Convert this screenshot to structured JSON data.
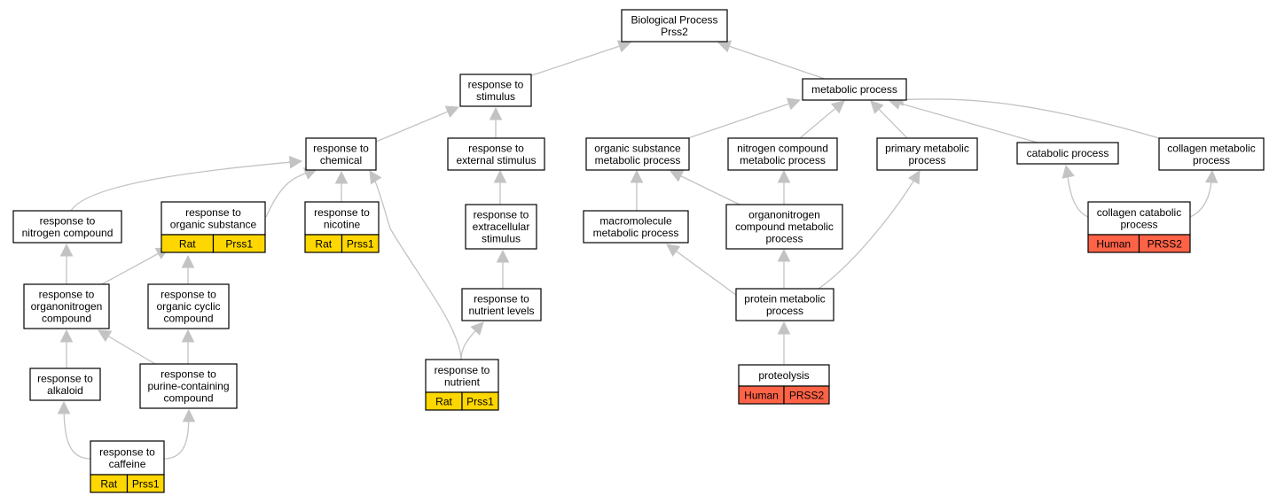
{
  "colors": {
    "rat": "#ffd700",
    "human": "#ff6347",
    "edge": "#c3c3c3",
    "node_fill": "#ffffff",
    "node_border": "#000000"
  },
  "nodes": {
    "root": {
      "lines": [
        "Biological Process",
        "Prss2"
      ]
    },
    "response_to_stimulus": {
      "lines": [
        "response to",
        "stimulus"
      ]
    },
    "metabolic_process": {
      "lines": [
        "metabolic process"
      ]
    },
    "response_to_chemical": {
      "lines": [
        "response to",
        "chemical"
      ]
    },
    "response_to_external_stimulus": {
      "lines": [
        "response to",
        "external stimulus"
      ]
    },
    "organic_substance_metabolic_process": {
      "lines": [
        "organic substance",
        "metabolic process"
      ]
    },
    "nitrogen_compound_metabolic_process": {
      "lines": [
        "nitrogen compound",
        "metabolic process"
      ]
    },
    "primary_metabolic_process": {
      "lines": [
        "primary metabolic",
        "process"
      ]
    },
    "catabolic_process": {
      "lines": [
        "catabolic process"
      ]
    },
    "collagen_metabolic_process": {
      "lines": [
        "collagen metabolic",
        "process"
      ]
    },
    "response_to_nitrogen_compound": {
      "lines": [
        "response to",
        "nitrogen compound"
      ]
    },
    "response_to_organic_substance": {
      "lines": [
        "response to",
        "organic substance"
      ],
      "tag": {
        "species": "Rat",
        "gene": "Prss1"
      }
    },
    "response_to_nicotine": {
      "lines": [
        "response to",
        "nicotine"
      ],
      "tag": {
        "species": "Rat",
        "gene": "Prss1"
      }
    },
    "response_to_extracellular_stimulus": {
      "lines": [
        "response to",
        "extracellular",
        "stimulus"
      ]
    },
    "macromolecule_metabolic_process": {
      "lines": [
        "macromolecule",
        "metabolic process"
      ]
    },
    "organonitrogen_compound_metabolic_process": {
      "lines": [
        "organonitrogen",
        "compound metabolic",
        "process"
      ]
    },
    "collagen_catabolic_process": {
      "lines": [
        "collagen catabolic",
        "process"
      ],
      "tag": {
        "species": "Human",
        "gene": "PRSS2"
      }
    },
    "response_to_organonitrogen_compound": {
      "lines": [
        "response to",
        "organonitrogen",
        "compound"
      ]
    },
    "response_to_organic_cyclic_compound": {
      "lines": [
        "response to",
        "organic cyclic",
        "compound"
      ]
    },
    "response_to_nutrient_levels": {
      "lines": [
        "response to",
        "nutrient levels"
      ]
    },
    "protein_metabolic_process": {
      "lines": [
        "protein metabolic",
        "process"
      ]
    },
    "response_to_alkaloid": {
      "lines": [
        "response to",
        "alkaloid"
      ]
    },
    "response_to_purine_containing_compound": {
      "lines": [
        "response to",
        "purine-containing",
        "compound"
      ]
    },
    "response_to_nutrient": {
      "lines": [
        "response to",
        "nutrient"
      ],
      "tag": {
        "species": "Rat",
        "gene": "Prss1"
      }
    },
    "proteolysis": {
      "lines": [
        "proteolysis"
      ],
      "tag": {
        "species": "Human",
        "gene": "PRSS2"
      }
    },
    "response_to_caffeine": {
      "lines": [
        "response to",
        "caffeine"
      ],
      "tag": {
        "species": "Rat",
        "gene": "Prss1"
      }
    }
  },
  "edges": [
    {
      "from": "response_to_stimulus",
      "to": "root"
    },
    {
      "from": "metabolic_process",
      "to": "root"
    },
    {
      "from": "response_to_chemical",
      "to": "response_to_stimulus"
    },
    {
      "from": "response_to_external_stimulus",
      "to": "response_to_stimulus"
    },
    {
      "from": "organic_substance_metabolic_process",
      "to": "metabolic_process"
    },
    {
      "from": "nitrogen_compound_metabolic_process",
      "to": "metabolic_process"
    },
    {
      "from": "primary_metabolic_process",
      "to": "metabolic_process"
    },
    {
      "from": "catabolic_process",
      "to": "metabolic_process"
    },
    {
      "from": "collagen_metabolic_process",
      "to": "metabolic_process"
    },
    {
      "from": "response_to_nitrogen_compound",
      "to": "response_to_chemical"
    },
    {
      "from": "response_to_organic_substance",
      "to": "response_to_chemical"
    },
    {
      "from": "response_to_nicotine",
      "to": "response_to_chemical"
    },
    {
      "from": "response_to_nutrient",
      "to": "response_to_chemical"
    },
    {
      "from": "response_to_extracellular_stimulus",
      "to": "response_to_external_stimulus"
    },
    {
      "from": "macromolecule_metabolic_process",
      "to": "organic_substance_metabolic_process"
    },
    {
      "from": "organonitrogen_compound_metabolic_process",
      "to": "organic_substance_metabolic_process"
    },
    {
      "from": "organonitrogen_compound_metabolic_process",
      "to": "nitrogen_compound_metabolic_process"
    },
    {
      "from": "protein_metabolic_process",
      "to": "primary_metabolic_process"
    },
    {
      "from": "collagen_catabolic_process",
      "to": "catabolic_process"
    },
    {
      "from": "collagen_catabolic_process",
      "to": "collagen_metabolic_process"
    },
    {
      "from": "response_to_organonitrogen_compound",
      "to": "response_to_nitrogen_compound"
    },
    {
      "from": "response_to_organonitrogen_compound",
      "to": "response_to_organic_substance"
    },
    {
      "from": "response_to_organic_cyclic_compound",
      "to": "response_to_organic_substance"
    },
    {
      "from": "response_to_nutrient_levels",
      "to": "response_to_extracellular_stimulus"
    },
    {
      "from": "protein_metabolic_process",
      "to": "macromolecule_metabolic_process"
    },
    {
      "from": "protein_metabolic_process",
      "to": "organonitrogen_compound_metabolic_process"
    },
    {
      "from": "response_to_alkaloid",
      "to": "response_to_organonitrogen_compound"
    },
    {
      "from": "response_to_purine_containing_compound",
      "to": "response_to_organonitrogen_compound"
    },
    {
      "from": "response_to_purine_containing_compound",
      "to": "response_to_organic_cyclic_compound"
    },
    {
      "from": "response_to_nutrient",
      "to": "response_to_nutrient_levels"
    },
    {
      "from": "proteolysis",
      "to": "protein_metabolic_process"
    },
    {
      "from": "response_to_caffeine",
      "to": "response_to_alkaloid"
    },
    {
      "from": "response_to_caffeine",
      "to": "response_to_purine_containing_compound"
    }
  ]
}
